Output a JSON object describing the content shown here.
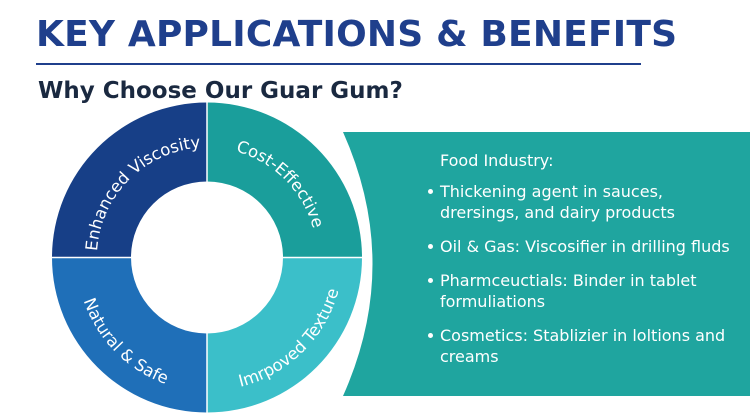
{
  "header": {
    "title": "KEY APPLICATIONS & BENEFITS",
    "subtitle": "Why Choose Our Guar Gum?"
  },
  "wheel": {
    "segments": [
      {
        "label": "Enhanced Viscosity",
        "color": "#173f87"
      },
      {
        "label": "Cost-Effective",
        "color": "#1a9e9b"
      },
      {
        "label": "Imrpoved Texture",
        "color": "#3bbfc9"
      },
      {
        "label": "Natural & Safe",
        "color": "#1f6fb8"
      }
    ]
  },
  "panel": {
    "color": "#1fa59f",
    "heading": "Food Industry:",
    "items": [
      "Thickening agent in sauces, drersings, and dairy products",
      "Oil & Gas: Viscosifier in drilling fluds",
      "Pharmceuctials: Binder in tablet formuliations",
      "Cosmetics: Stablizier in loltions and creams"
    ]
  }
}
